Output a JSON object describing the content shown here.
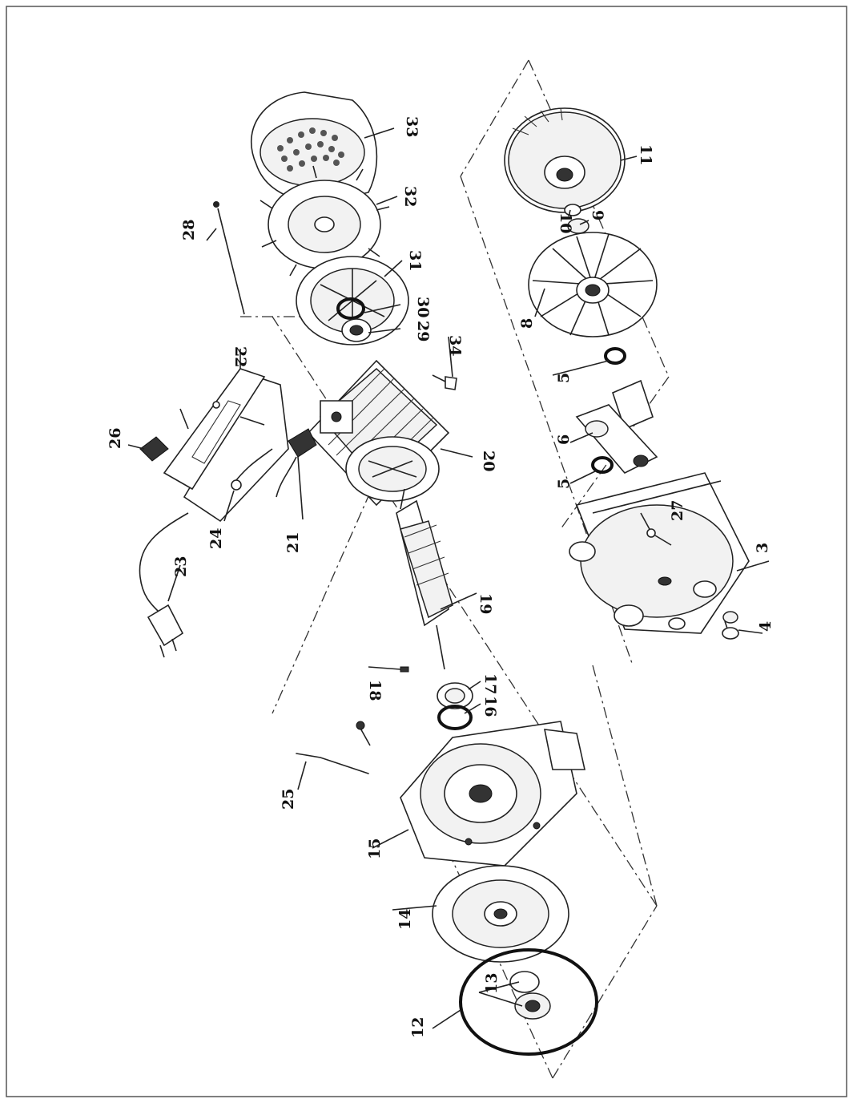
{
  "parts": [
    {
      "id": "p3",
      "label": "3"
    },
    {
      "id": "p4",
      "label": "4"
    },
    {
      "id": "p5a",
      "label": "5"
    },
    {
      "id": "p5b",
      "label": "5"
    },
    {
      "id": "p6",
      "label": "6"
    },
    {
      "id": "p8",
      "label": "8"
    },
    {
      "id": "p9",
      "label": "9"
    },
    {
      "id": "p10",
      "label": "10"
    },
    {
      "id": "p11",
      "label": "11"
    },
    {
      "id": "p12",
      "label": "12"
    },
    {
      "id": "p13",
      "label": "13"
    },
    {
      "id": "p14",
      "label": "14"
    },
    {
      "id": "p15",
      "label": "15"
    },
    {
      "id": "p16",
      "label": "16"
    },
    {
      "id": "p17",
      "label": "17"
    },
    {
      "id": "p18",
      "label": "18"
    },
    {
      "id": "p19",
      "label": "19"
    },
    {
      "id": "p20",
      "label": "20"
    },
    {
      "id": "p21",
      "label": "21"
    },
    {
      "id": "p22",
      "label": "22"
    },
    {
      "id": "p23",
      "label": "23"
    },
    {
      "id": "p24",
      "label": "24"
    },
    {
      "id": "p25",
      "label": "25"
    },
    {
      "id": "p26",
      "label": "26"
    },
    {
      "id": "p27",
      "label": "27"
    },
    {
      "id": "p28",
      "label": "28"
    },
    {
      "id": "p29",
      "label": "29"
    },
    {
      "id": "p30",
      "label": "30"
    },
    {
      "id": "p31",
      "label": "31"
    },
    {
      "id": "p32",
      "label": "32"
    },
    {
      "id": "p33",
      "label": "33"
    },
    {
      "id": "p34",
      "label": "34"
    }
  ]
}
